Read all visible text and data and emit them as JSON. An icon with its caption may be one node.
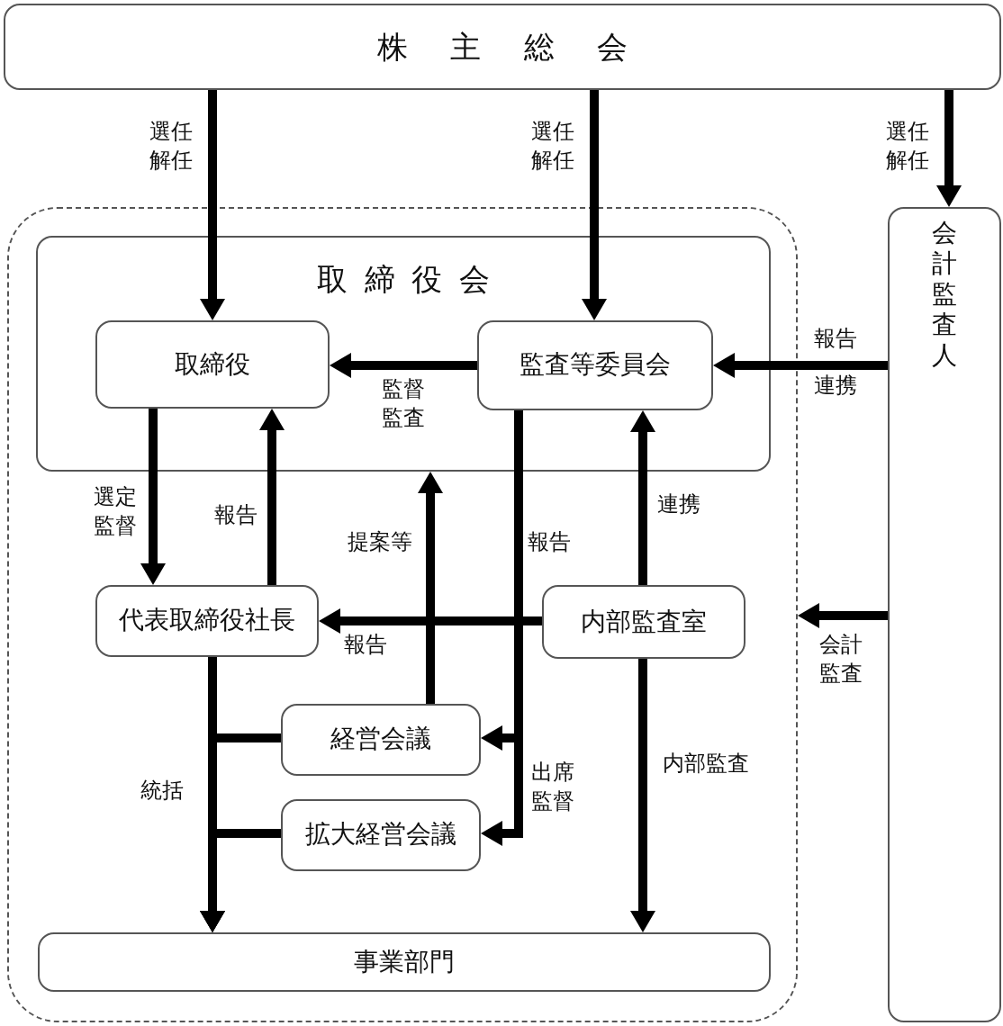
{
  "diagram": {
    "nodes": [
      {
        "text": [
          "株主総会"
        ]
      },
      {
        "text": [],
        "shape": "box"
      },
      {
        "text": [
          "取締役会"
        ],
        "in": 1
      },
      {
        "text": [
          "取締役"
        ],
        "in": 2
      },
      {
        "text": [
          "監査等委員会"
        ],
        "in": 2
      },
      {
        "text": [
          "代表取締役社長"
        ],
        "in": 1
      },
      {
        "text": [
          "内部監査室"
        ],
        "in": 1
      },
      {
        "text": [
          "経営会議"
        ],
        "in": 1
      },
      {
        "text": [
          "拡大経営会議"
        ],
        "in": 1
      },
      {
        "text": [
          "事業部門"
        ],
        "in": 1
      },
      {
        "text": [
          "会計監査人"
        ]
      }
    ],
    "edges": [
      {
        "from": 0,
        "to": 3,
        "arrow": "to",
        "label": "選任解任"
      },
      {
        "from": 0,
        "to": 4,
        "arrow": "to",
        "label": "選任解任"
      },
      {
        "from": 0,
        "to": 10,
        "arrow": "to",
        "label": "選任解任"
      },
      {
        "from": 4,
        "to": 3,
        "arrow": "to",
        "label": "監督監査"
      },
      {
        "from": 10,
        "to": 4,
        "arrow": "to",
        "label": "報告"
      },
      {
        "from": 3,
        "to": 5,
        "arrow": "to",
        "label": "選定監督"
      },
      {
        "from": 5,
        "to": 3,
        "arrow": "to",
        "label": "報告"
      },
      {
        "from": 7,
        "to": 2,
        "arrow": "to",
        "label": "提案等"
      },
      {
        "from": 4,
        "to": 7,
        "arrow": "to",
        "label": "出席監督"
      },
      {
        "from": 4,
        "to": 8,
        "arrow": "to"
      },
      {
        "from": 6,
        "to": 5,
        "arrow": "to",
        "label": "報告"
      },
      {
        "from": 6,
        "to": 4,
        "arrow": "to",
        "label": "連携"
      },
      {
        "from": 6,
        "to": 9,
        "arrow": "to",
        "label": "内部監査"
      },
      {
        "from": 5,
        "to": 9,
        "arrow": "to",
        "label": "統括"
      },
      {
        "from": 7,
        "to": 9,
        "arrow": "to"
      },
      {
        "from": 8,
        "to": 9,
        "arrow": "to"
      },
      {
        "from": 10,
        "to": 1,
        "arrow": "to",
        "label": "会計監査"
      }
    ],
    "labels": [
      "連携",
      "報告"
    ]
  }
}
